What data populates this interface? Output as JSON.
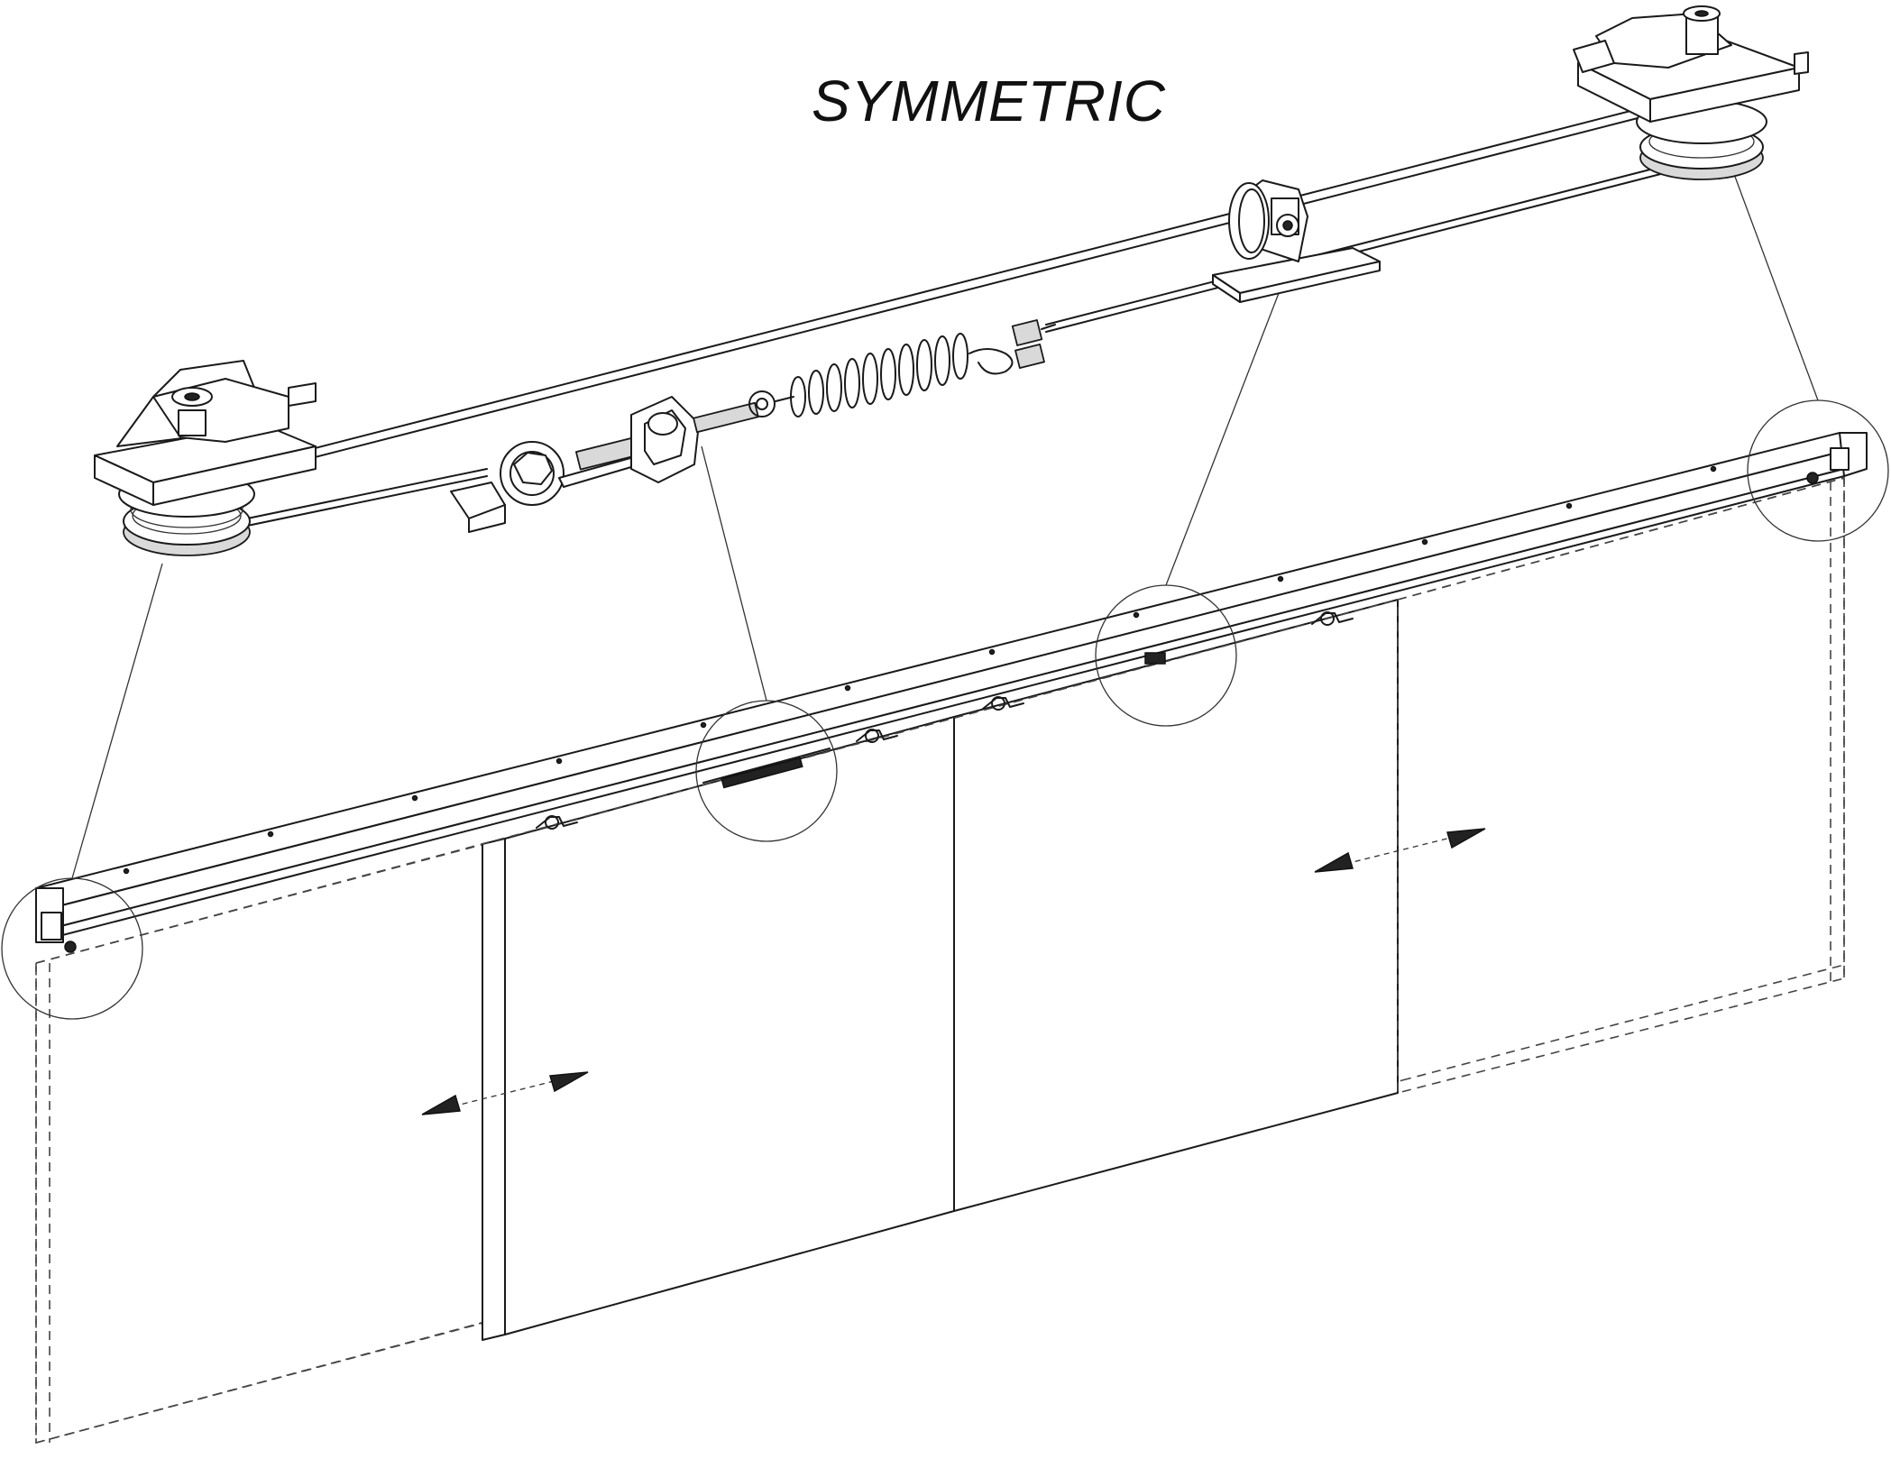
{
  "title": "SYMMETRIC",
  "colors": {
    "line": "#1a1a1a",
    "background": "#ffffff"
  },
  "components": [
    "left-pulley-bracket",
    "right-pulley-bracket",
    "tension-spring",
    "threaded-tensioner-bolt",
    "cable-clamp-bracket",
    "aluminium-track",
    "door-panel-left-outer",
    "door-panel-left-inner",
    "door-panel-right-inner",
    "door-panel-right-outer"
  ],
  "arrows": [
    "left-door-direction-arrow",
    "right-door-direction-arrow"
  ]
}
